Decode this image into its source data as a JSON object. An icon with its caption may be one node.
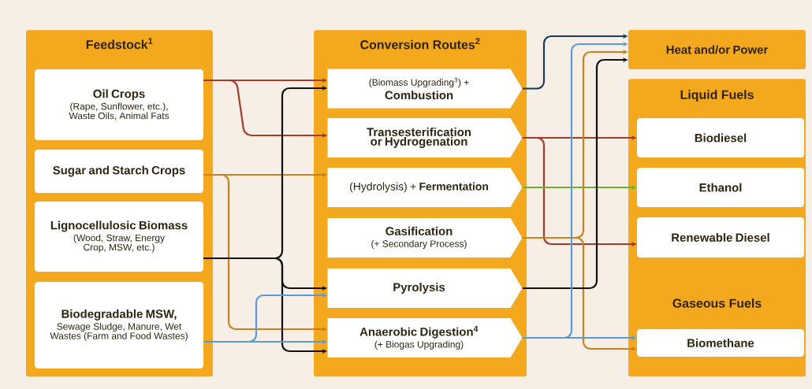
{
  "diagram": {
    "nodes": [
      {
        "text": [
          "Feedstock$^{1}$"
        ]
      },
      {
        "text": [
          "Oil Crops",
          "(Rape, Sunflower, etc.), Waste Oils, Animal Fats"
        ],
        "in": 0
      },
      {
        "text": [
          "Sugar and Starch Crops"
        ],
        "in": 0
      },
      {
        "text": [
          "Lignocellulosic Biomass",
          "(Wood, Straw, Energy Crop, MSW, etc.)"
        ],
        "in": 0
      },
      {
        "text": [
          "Biodegradable MSW,",
          "Sewage Sludge, Manure, Wet Wastes (Farm and Food Wastes)"
        ],
        "in": 0
      },
      {
        "text": [
          "Conversion Routes$^{2}$"
        ]
      },
      {
        "text": [
          "(Biomass Upgrading$^{3}$) +",
          "Combustion"
        ],
        "in": 5
      },
      {
        "text": [
          "Transesterification or Hydrogenation"
        ],
        "in": 5
      },
      {
        "text": [
          "(Hydrolysis) + **Fermentation**"
        ],
        "in": 5
      },
      {
        "text": [
          "Gasification",
          "(+ Secondary Process)"
        ],
        "in": 5
      },
      {
        "text": [
          "Pyrolysis"
        ],
        "in": 5
      },
      {
        "text": [
          "Anaerobic Digestion$^{4}$",
          "(+ Biogas Upgrading)"
        ],
        "in": 5
      },
      {
        "text": [
          "Heat and/or Power"
        ]
      },
      {
        "text": [
          "Liquid Fuels",
          "Gaseous Fuels"
        ]
      },
      {
        "text": [
          "Biodiesel"
        ],
        "in": 13
      },
      {
        "text": [
          "Ethanol"
        ],
        "in": 13
      },
      {
        "text": [
          "Renewable Diesel"
        ],
        "in": 13
      },
      {
        "text": [
          "Biomethane"
        ],
        "in": 13
      }
    ],
    "edges": [
      {
        "from": 1,
        "to": 6,
        "arrow": "to",
        "color": "#a33a2c"
      },
      {
        "from": 1,
        "to": 7,
        "arrow": "to",
        "color": "#a33a2c"
      },
      {
        "from": 2,
        "to": 8,
        "arrow": "to",
        "color": "#c9821e"
      },
      {
        "from": 2,
        "to": 11,
        "arrow": "to",
        "color": "#c9821e"
      },
      {
        "from": 3,
        "to": 6,
        "arrow": "to",
        "color": "#111111"
      },
      {
        "from": 3,
        "to": 10,
        "arrow": "to",
        "color": "#111111"
      },
      {
        "from": 3,
        "to": 11,
        "arrow": "to",
        "color": "#111111"
      },
      {
        "from": 4,
        "to": 10,
        "arrow": "to",
        "color": "#5b9bd5"
      },
      {
        "from": 4,
        "to": 11,
        "arrow": "to",
        "color": "#5b9bd5"
      },
      {
        "from": 6,
        "to": 12,
        "arrow": "to",
        "color": "#1b3a5c"
      },
      {
        "from": 7,
        "to": 14,
        "arrow": "to",
        "color": "#a33a2c"
      },
      {
        "from": 7,
        "to": 16,
        "arrow": "to",
        "color": "#a33a2c"
      },
      {
        "from": 8,
        "to": 15,
        "arrow": "to",
        "color": "#6ab42d"
      },
      {
        "from": 9,
        "to": 12,
        "arrow": "to",
        "color": "#c9821e"
      },
      {
        "from": 9,
        "to": 17,
        "arrow": "to",
        "color": "#c9821e"
      },
      {
        "from": 10,
        "to": 12,
        "arrow": "to",
        "color": "#111111"
      },
      {
        "from": 11,
        "to": 12,
        "arrow": "to",
        "color": "#5b9bd5"
      },
      {
        "from": 11,
        "to": 17,
        "arrow": "to",
        "color": "#5b9bd5"
      }
    ]
  }
}
